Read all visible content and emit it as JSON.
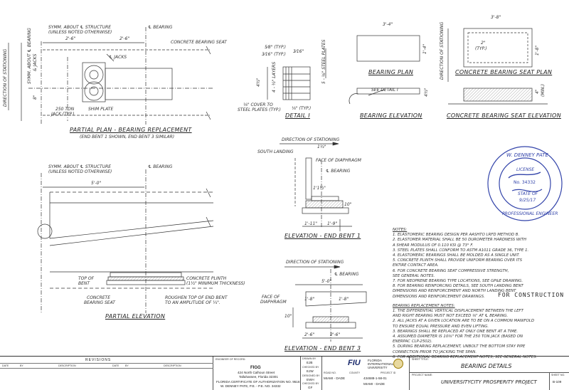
{
  "partial_plan": {
    "title": "PARTIAL PLAN - BEARING REPLACEMENT",
    "subtitle": "(END BENT 1 SHOWN, END BENT 3 SIMILAR)",
    "symm_label": "SYMM. ABOUT ℄ STRUCTURE",
    "symm_note": "(UNLESS NOTED OTHERWISE)",
    "bearing_cl": "℄ BEARING",
    "dim_left": "2'-6\"",
    "dim_right": "2'-6\"",
    "seat_label": "CONCRETE BEARING SEAT",
    "jacks_label": "℄ JACKS",
    "jack_label_1": "250 TON",
    "jack_label_2": "JACK (TYP.)",
    "shim_label": "SHIM PLATE",
    "vert_symm": "SYMM. ABOUT ℄ BEARING",
    "vert_jacks": "& JACKS",
    "dim_vert": "8\"",
    "direction": "DIRECTION OF STATIONING"
  },
  "detail_1": {
    "title": "DETAIL I",
    "dim_a": "5⁄8\" (TYP.)",
    "dim_b": "3⁄16\" (TYP.)",
    "dim_c": "3⁄16\"",
    "dim_height": "4½\"",
    "layers": "4 - ½\" LAYERS",
    "plates": "5 - ⅛\" STEEL PLATES",
    "cover_1": "⅛\" COVER TO",
    "cover_2": "STEEL PLATES (TYP.)",
    "dim_d": "⅛\" (TYP.)"
  },
  "bearing_plan": {
    "title": "BEARING PLAN",
    "dim_w": "3'-4\"",
    "dim_h": "1'-4\""
  },
  "bearing_elevation": {
    "title": "BEARING ELEVATION",
    "see_detail": "SEE DETAIL I",
    "dim_h": "4½\""
  },
  "seat_plan": {
    "title": "CONCRETE BEARING SEAT PLAN",
    "dim_w": "3'-8\"",
    "dim_h": "1'-8\"",
    "dim_in": "2\"",
    "dim_typ": "(TYP.)",
    "direction": "DIRECTION OF STATIONING"
  },
  "seat_elevation": {
    "title": "CONCRETE BEARING SEAT ELEVATION",
    "dim_h": "4\"",
    "dim_min": "(MIN.)"
  },
  "partial_elevation": {
    "title": "PARTIAL ELEVATION",
    "symm_label": "SYMM. ABOUT ℄ STRUCTURE",
    "symm_note": "(UNLESS NOTED OTHERWISE)",
    "bearing_cl": "℄ BEARING",
    "dim_w": "5'-0\"",
    "top_bent_1": "TOP OF",
    "top_bent_2": "BENT",
    "plinth_1": "CONCRETE PLINTH",
    "plinth_2": "(1½\" MINIMUM THICKNESS)",
    "seat_1": "CONCRETE",
    "seat_2": "BEARING SEAT",
    "rough_1": "ROUGHEN TOP OF END BENT",
    "rough_2": "TO AN AMPLITUDE OF ¼\"."
  },
  "elev_bent_1": {
    "title": "ELEVATION - END BENT 1",
    "direction": "DIRECTION OF STATIONING",
    "south_landing": "SOUTH LANDING",
    "face": "FACE OF DIAPHRAGM",
    "bearing_cl": "℄ BEARING",
    "dim_top": "1½\"",
    "dim_mid": "1'1½\"",
    "dim_10": "10\"",
    "dim_left": "1'-11\"",
    "dim_right": "1'-9\""
  },
  "elev_bent_3": {
    "title": "ELEVATION - END BENT 3",
    "direction": "DIRECTION OF STATIONING",
    "bearing_cl": "℄ BEARING",
    "face_1": "FACE OF",
    "face_2": "DIAPHRAGM",
    "dim_w": "5'-0\"",
    "dim_l": "1'-8\"",
    "dim_r": "1'-8\"",
    "dim_10": "10\"",
    "dim_bl": "2'-6\"",
    "dim_br": "2'-6\""
  },
  "notes": {
    "heading": "NOTES:",
    "items": [
      "1. ELASTOMERIC BEARING DESIGN PER AASHTO LRFD METHOD B.",
      "2. ELASTOMER MATERIAL SHALL BE 50 DUROMETER HARDNESS WITH",
      "   A SHEAR MODULUS OF 0.110 KSI @ 73° F.",
      "3. STEEL PLATES SHALL CONFORM TO ASTM A1011 GRADE 36, TYPE 1.",
      "4. ELASTOMERIC BEARINGS SHALL BE MOLDED AS A SINGLE UNIT.",
      "5. CONCRETE PLINTH SHALL PROVIDE UNIFORM BEARING OVER ITS",
      "   ENTIRE CONTACT AREA.",
      "6. FOR CONCRETE BEARING SEAT COMPRESSIVE STRENGTH,",
      "   SEE GENERAL NOTES.",
      "7. FOR NEOPRENE BEARING TYPE LOCATIONS, SEE GP&E DRAWING.",
      "8. FOR BEARING REINFORCING DETAILS, SEE SOUTH LANDING BENT",
      "   DIMENSIONS AND REINFORCEMENT AND NORTH LANDING BENT",
      "   DIMENSIONS AND REINFORCEMENT DRAWINGS."
    ],
    "replacement_heading": "BEARING REPLACEMENT NOTES:",
    "replacement_items": [
      "1. THE DIFFERENTIAL VERTICAL DISPLACEMENT BETWEEN THE LEFT",
      "   AND RIGHT BEARING MUST NOT EXCEED ⅛\" AT ℄ BEARING.",
      "2. ALL JACKS AT A GIVEN LOCATION ARE TO BE ON A COMMON MANIFOLD",
      "   TO ENSURE EQUAL PRESSURE AND EVEN LIFTING.",
      "3. BEARINGS SHALL BE REPLACED AT ONLY ONE BENT AT A TIME.",
      "4. ASSUMED DIAMETER IS 10⅜\" FOR THE 250 TON JACK (BASED ON",
      "   ENERPAC CLP-2502).",
      "5. DURING BEARING REPLACEMENT, UNBOLT THE BOTTOM STAY PIPE",
      "   CONNECTION PRIOR TO JACKING THE SPAN.",
      "6. FOR ADDITIONAL BEARING REPLACEMENT NOTES, SEE GENERAL NOTES."
    ],
    "construction": "FOR CONSTRUCTION"
  },
  "seal": {
    "name": "W. DENNEY PATE",
    "license": "LICENSE",
    "number": "No. 34332",
    "state": "STATE OF",
    "date": "9/25/17",
    "profession": "PROFESSIONAL ENGINEER"
  },
  "title_block": {
    "revisions": "REVISIONS",
    "rev_cols": [
      "DATE",
      "BY",
      "DESCRIPTION",
      "DATE",
      "BY",
      "DESCRIPTION"
    ],
    "eor_label": "ENGINEER OF RECORD:",
    "firm": "FIGG",
    "address_1": "424 North Calhoun Street",
    "address_2": "Tallahassee, Florida 32301",
    "certificate": "FLORIDA CERTIFICATE OF AUTHORIZATION NO. 9516",
    "eor_name": "W. DENNEY PATE, P.E. - P.E. NO. 34332",
    "drawn_by_label": "DRAWN BY",
    "drawn_by": "EJB",
    "checked_by_label": "CHECKED BY",
    "checked_by": "EJW",
    "designed_by_label": "DESIGNED BY",
    "designed_by": "EWH",
    "checked_by2_label": "CHECKED BY",
    "checked_by2": "GF",
    "road_label": "ROAD NO.",
    "road": "MIAMI - DADE",
    "county_label": "COUNTY",
    "fiu_logo": "FIU",
    "fiu_1": "FLORIDA",
    "fiu_2": "INTERNATIONAL",
    "fiu_3": "UNIVERSITY",
    "project_label": "PROJECT ID",
    "project_id": "434688-1-58-01",
    "county": "MIAMI - DADE",
    "sheet_title_label": "SHEET TITLE:",
    "sheet_title": "BEARING DETAILS",
    "project_name_label": "PROJECT NAME:",
    "project_name": "UNIVERSITYCITY PROSPERITY PROJECT",
    "sheet_no_label": "SHEET NO.",
    "sheet_no": "B-109"
  }
}
